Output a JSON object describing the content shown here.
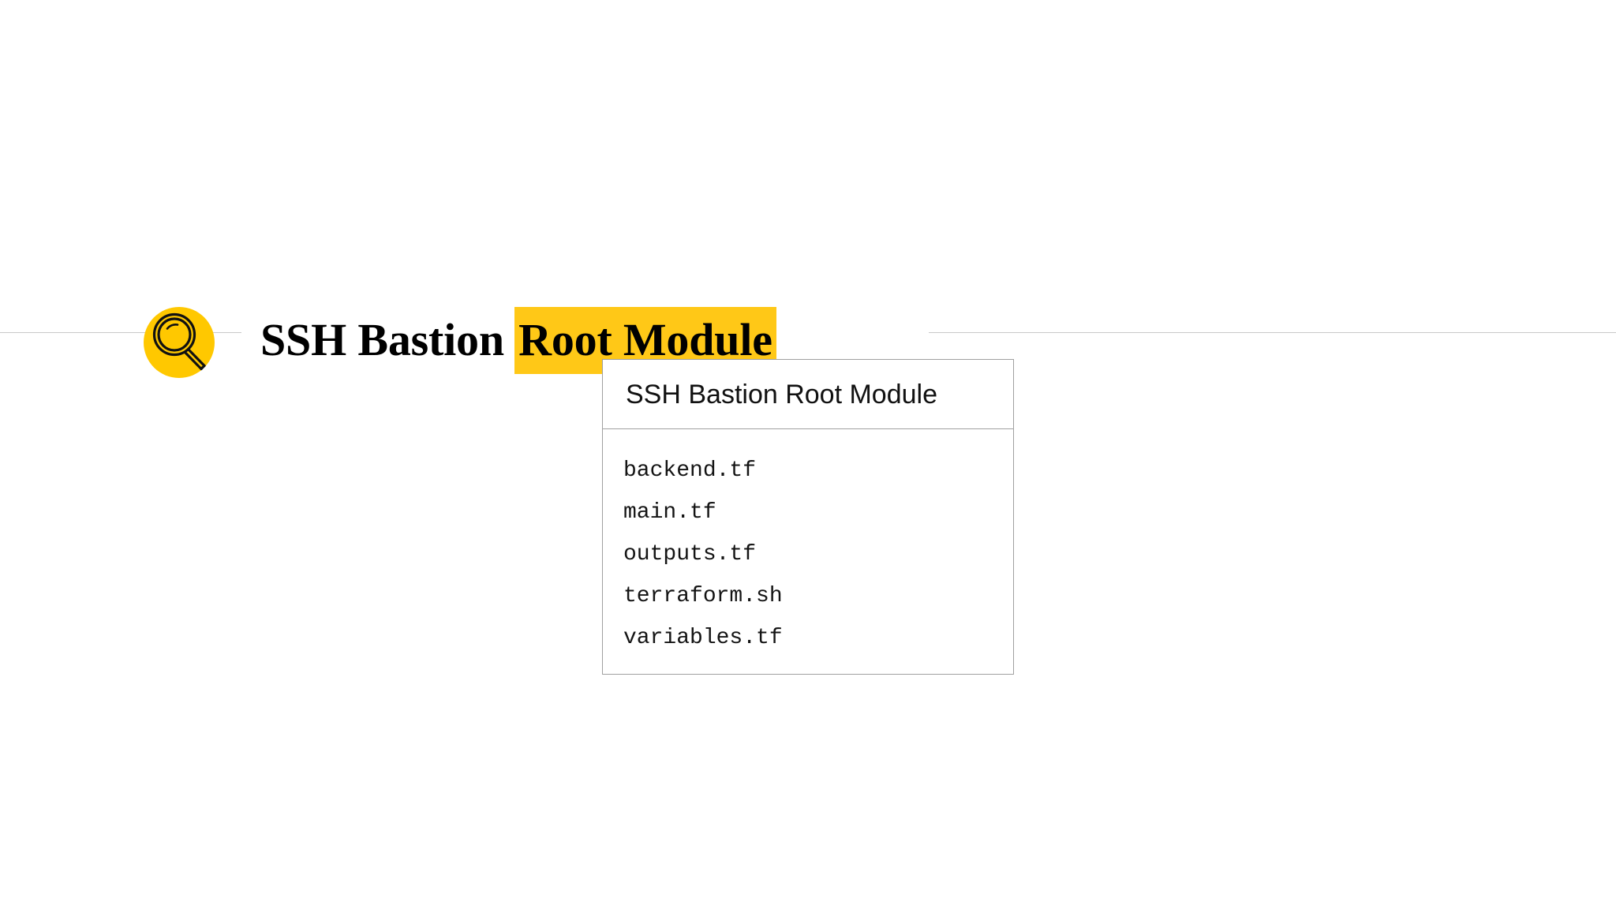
{
  "slide": {
    "background_color": "#ffffff",
    "accent_color": "#FFC800",
    "highlight_color": "#FFC817",
    "rule_color": "#c9c9c9",
    "header": {
      "icon_name": "magnifying-glass-icon",
      "title_plain": "SSH Bastion ",
      "title_highlighted": "Root Module"
    }
  },
  "module_card": {
    "header": "SSH Bastion Root Module",
    "files": [
      "backend.tf",
      "main.tf",
      "outputs.tf",
      "terraform.sh",
      "variables.tf"
    ]
  }
}
